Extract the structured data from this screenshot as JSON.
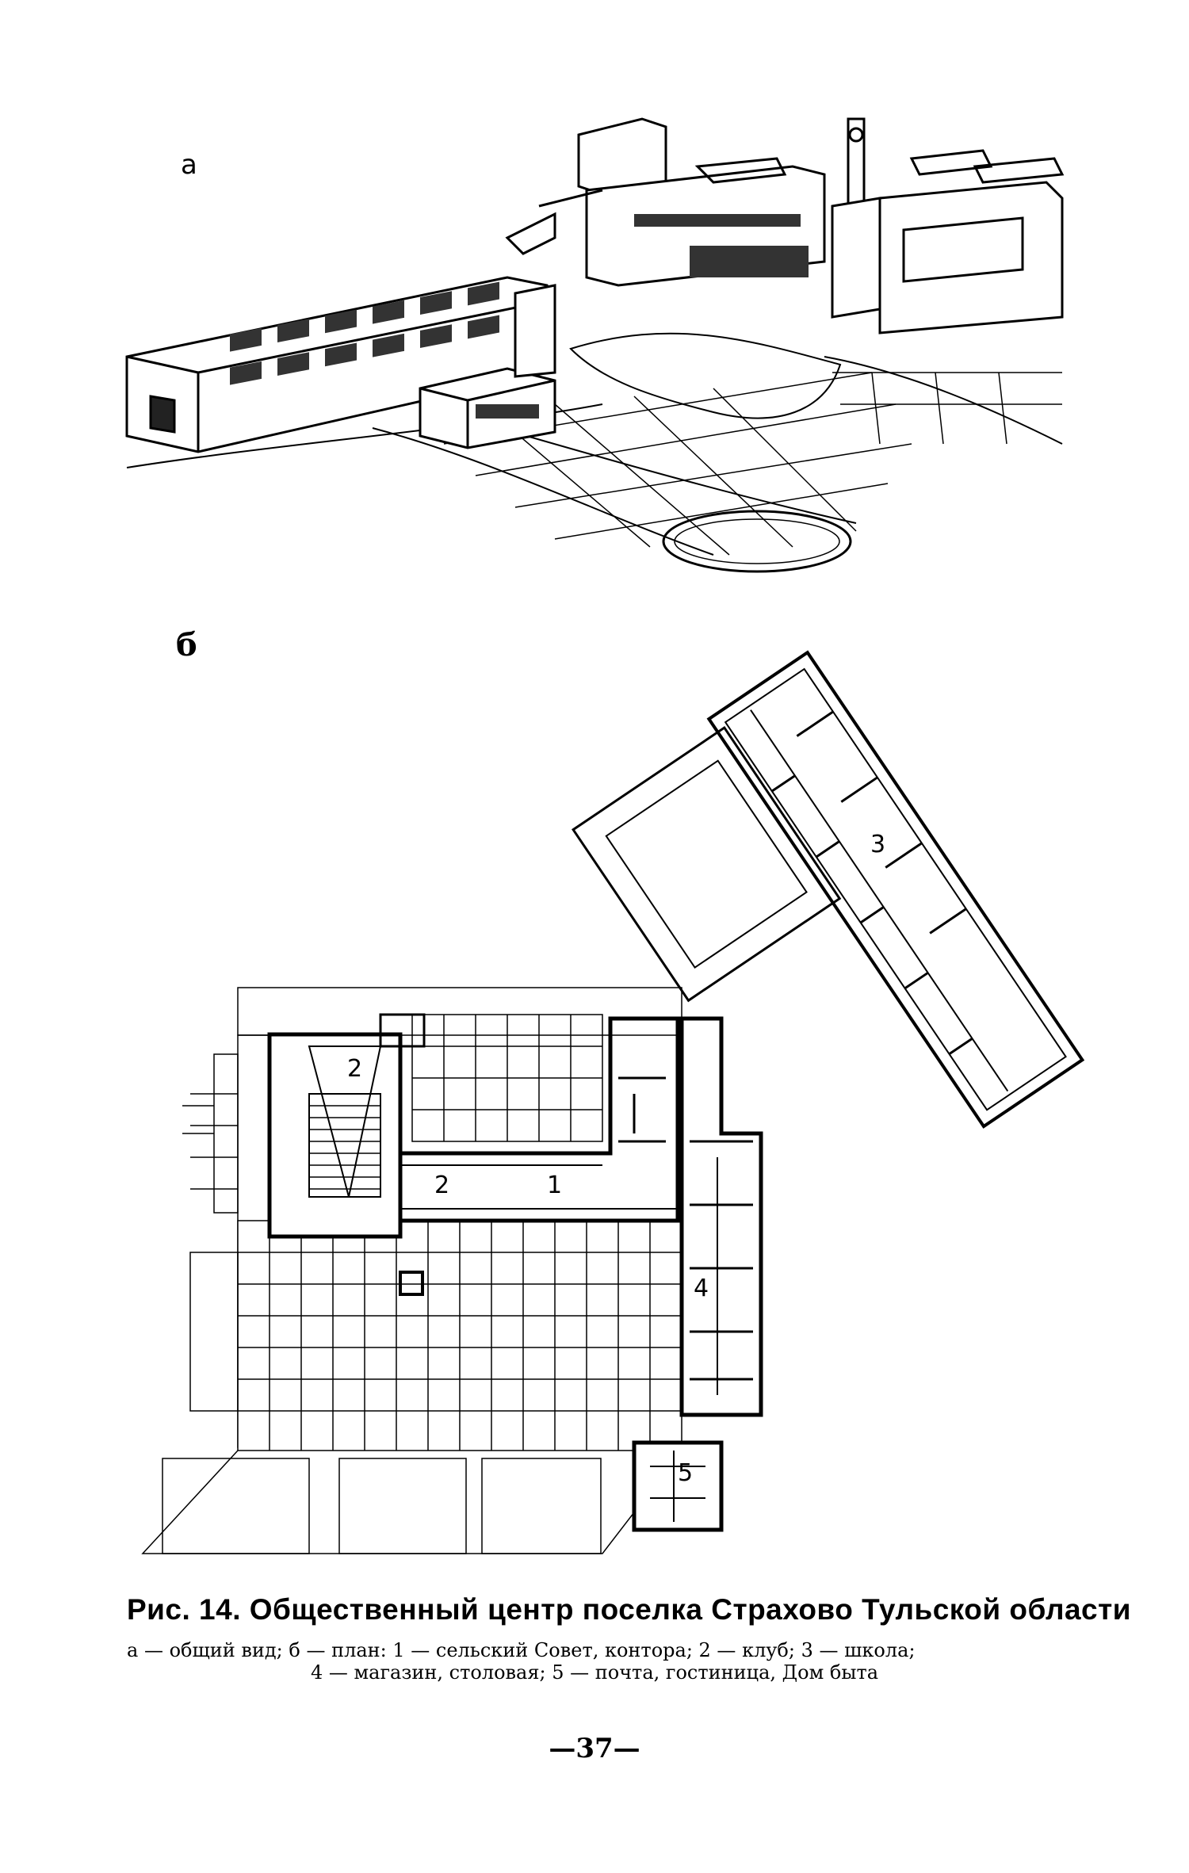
{
  "figure": {
    "part_a_label": "а",
    "part_b_label": "б",
    "plan_labels": [
      "1",
      "2",
      "2",
      "3",
      "4",
      "5"
    ]
  },
  "caption": {
    "title": "Рис. 14. Общественный центр поселка Страхово Тульской области",
    "legend_line1": "а — общий вид; б — план: 1 — сельский Совет, контора; 2 — клуб; 3 — школа;",
    "legend_line2": "4 — магазин, столовая; 5 — почта, гостиница, Дом быта"
  },
  "page_number": "—37—"
}
